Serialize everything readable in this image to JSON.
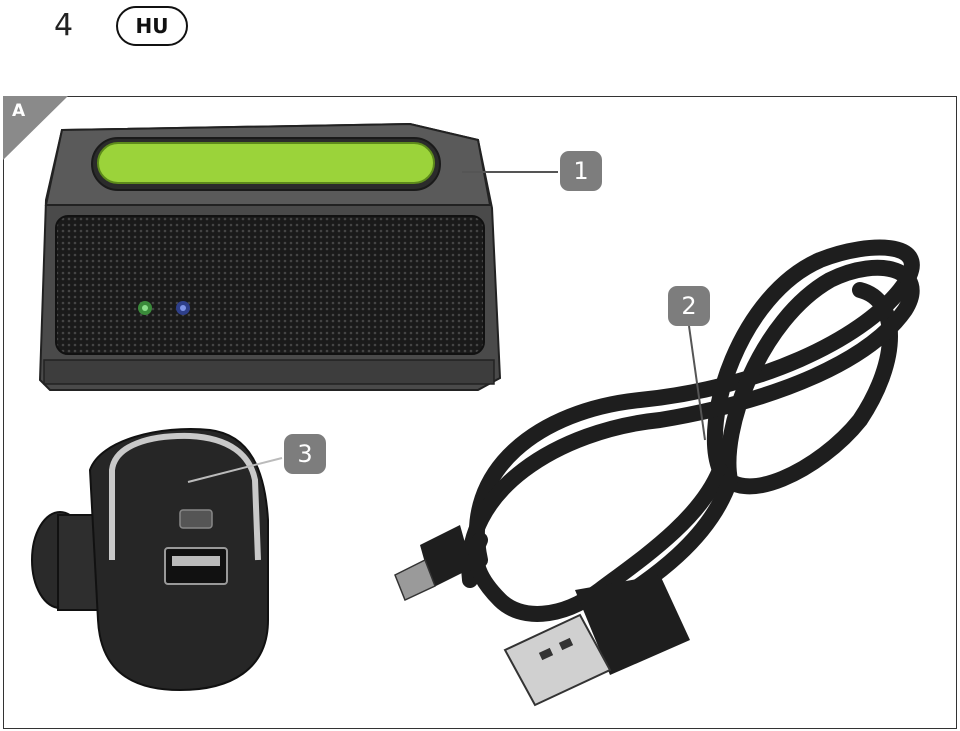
{
  "header": {
    "page_number": "4",
    "language_code": "HU"
  },
  "figure": {
    "label": "A",
    "callouts": [
      "1",
      "2",
      "3"
    ]
  },
  "colors": {
    "accent_green": "#9bd33a",
    "callout_gray": "#7d7d7d",
    "device_dark": "#2b2b2b"
  },
  "icons": {
    "speaker": "bluetooth-speaker-illustration",
    "cable": "usb-cable-illustration",
    "charger": "car-charger-illustration"
  }
}
